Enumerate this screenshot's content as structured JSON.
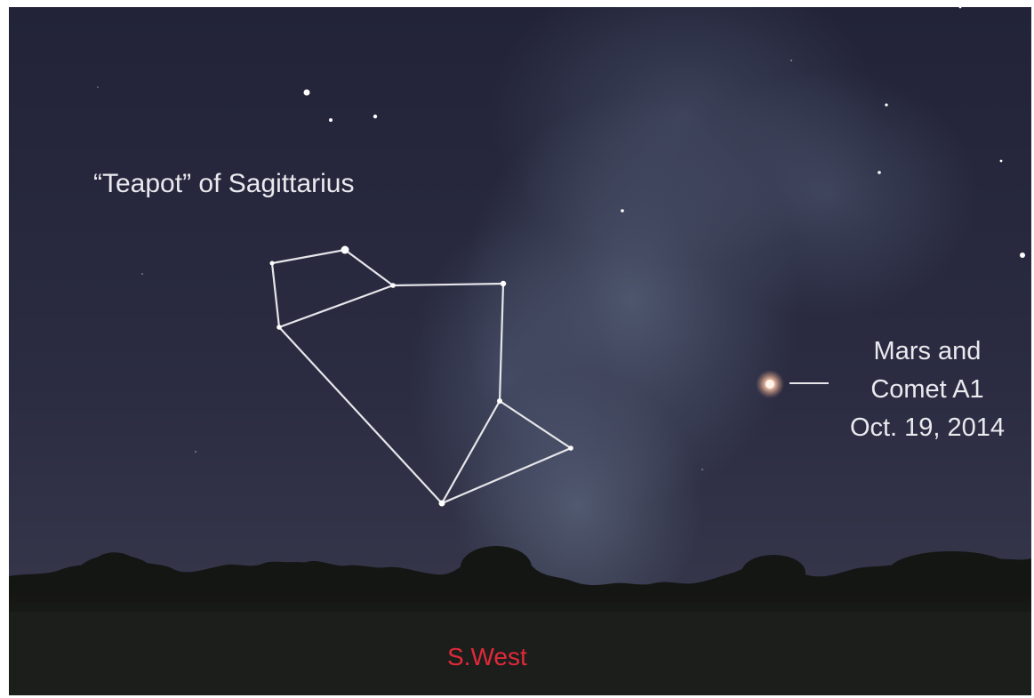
{
  "scene": {
    "sky_top_color": "#23243a",
    "sky_bottom_color": "#353549",
    "milky_way_color": "#5d6a80",
    "horizon_color": "#121412",
    "ground_color": "#1e201d",
    "line_color": "#e6e6ea",
    "mars_color": "#f6c9b3"
  },
  "labels": {
    "constellation": "“Teapot” of Sagittarius",
    "mars_line1": "Mars and",
    "mars_line2": "Comet A1",
    "mars_line3": "Oct. 19, 2014",
    "direction": "S.West",
    "direction_color": "#e0293a"
  }
}
